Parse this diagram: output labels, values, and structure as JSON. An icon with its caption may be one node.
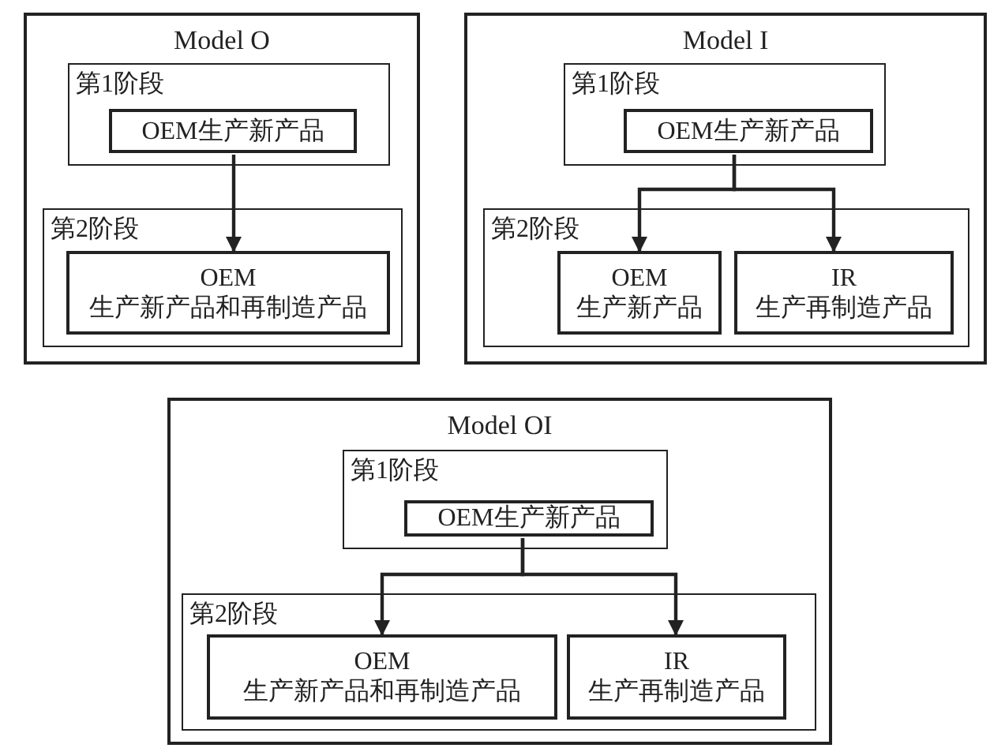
{
  "diagram": {
    "nodes": [
      {
        "text": [
          "Model O"
        ]
      },
      {
        "text": [
          "第1阶段"
        ],
        "in": 0
      },
      {
        "text": [
          "OEM生产新产品"
        ],
        "in": 1
      },
      {
        "text": [
          "第2阶段"
        ],
        "in": 0
      },
      {
        "text": [
          "OEM",
          "生产新产品和再制造产品"
        ],
        "in": 3
      },
      {
        "text": [
          "Model I"
        ]
      },
      {
        "text": [
          "第1阶段"
        ],
        "in": 5
      },
      {
        "text": [
          "OEM生产新产品"
        ],
        "in": 6
      },
      {
        "text": [
          "第2阶段"
        ],
        "in": 5
      },
      {
        "text": [
          "OEM",
          "生产新产品"
        ],
        "in": 8
      },
      {
        "text": [
          "IR",
          "生产再制造产品"
        ],
        "in": 8
      },
      {
        "text": [
          "Model OI"
        ]
      },
      {
        "text": [
          "第1阶段"
        ],
        "in": 11
      },
      {
        "text": [
          "OEM生产新产品"
        ],
        "in": 12
      },
      {
        "text": [
          "第2阶段"
        ],
        "in": 11
      },
      {
        "text": [
          "OEM",
          "生产新产品和再制造产品"
        ],
        "in": 14
      },
      {
        "text": [
          "IR",
          "生产再制造产品"
        ],
        "in": 14
      }
    ],
    "edges": [
      {
        "from": 2,
        "to": 4,
        "arrow": "to"
      },
      {
        "from": 7,
        "to": 9,
        "arrow": "to"
      },
      {
        "from": 7,
        "to": 10,
        "arrow": "to"
      },
      {
        "from": 13,
        "to": 15,
        "arrow": "to"
      },
      {
        "from": 13,
        "to": 16,
        "arrow": "to"
      }
    ]
  }
}
